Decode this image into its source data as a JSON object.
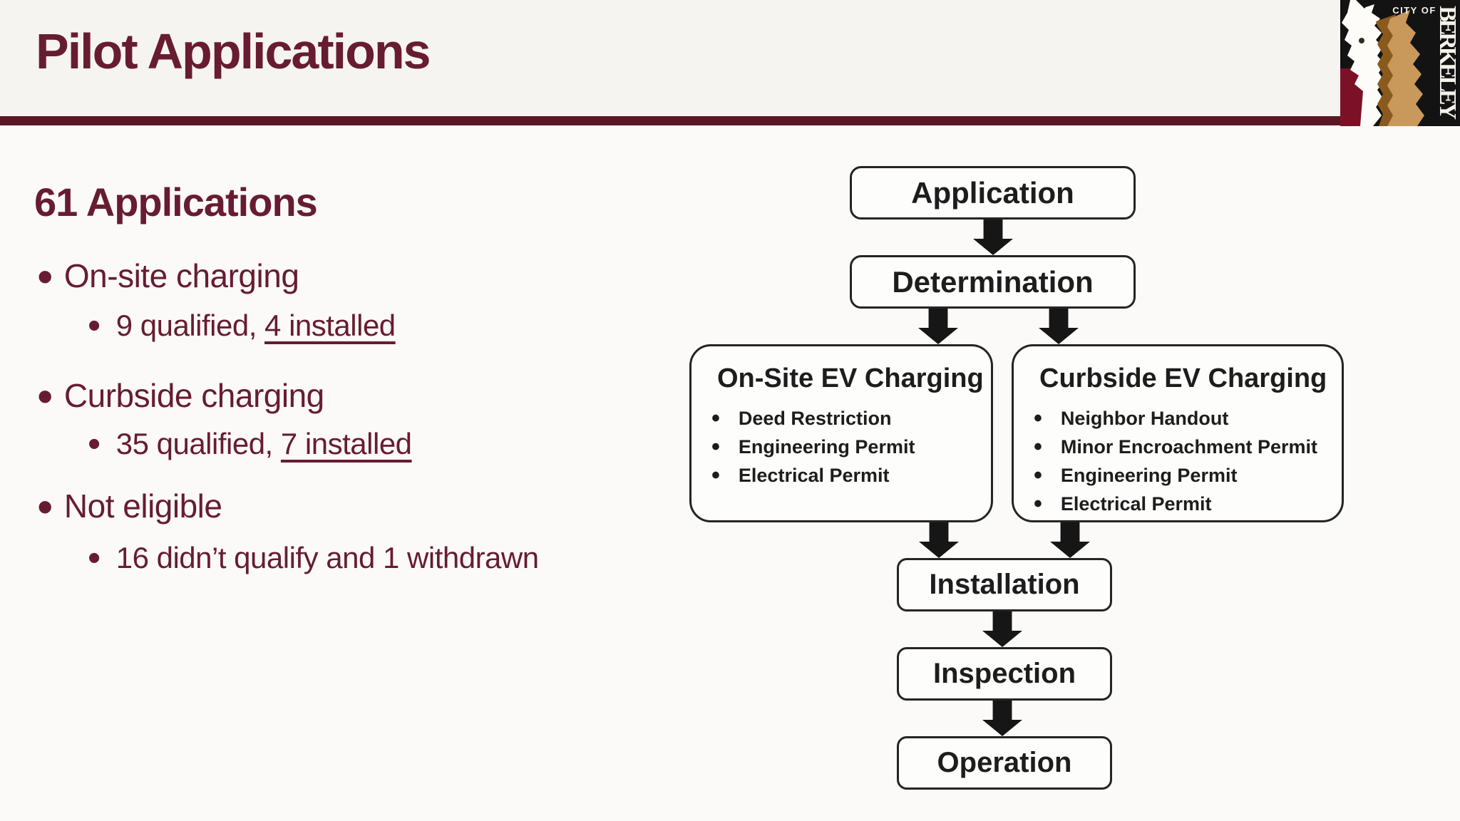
{
  "slide": {
    "title": "Pilot Applications"
  },
  "left": {
    "heading": "61 Applications",
    "items": [
      {
        "label": "On-site charging",
        "detail_prefix": "9 qualified, ",
        "detail_underlined": "4 installed"
      },
      {
        "label": "Curbside charging",
        "detail_prefix": "35 qualified, ",
        "detail_underlined": "7 installed"
      },
      {
        "label": "Not eligible",
        "detail_prefix": "16 didn’t qualify and 1 withdrawn",
        "detail_underlined": ""
      }
    ]
  },
  "flowchart": {
    "application_label": "Application",
    "determination_label": "Determination",
    "onsite": {
      "title": "On-Site EV Charging",
      "items": [
        "Deed Restriction",
        "Engineering Permit",
        "Electrical Permit"
      ]
    },
    "curbside": {
      "title": "Curbside EV Charging",
      "items": [
        "Neighbor Handout",
        "Minor Encroachment Permit",
        "Engineering Permit",
        "Electrical Permit"
      ]
    },
    "installation_label": "Installation",
    "inspection_label": "Inspection",
    "operation_label": "Operation"
  },
  "logo": {
    "top_text": "CITY OF",
    "side_text": "BERKELEY"
  },
  "ui": {
    "bullet": "•"
  },
  "colors": {
    "accent_maroon": "#671c31",
    "bar_maroon": "#5c1727",
    "flow_border": "#242424",
    "logo_black": "#131313",
    "logo_maroon": "#7c1026",
    "logo_tan": "#c9995c",
    "logo_brown": "#8a5a1d",
    "background": "#fbfaf8"
  }
}
